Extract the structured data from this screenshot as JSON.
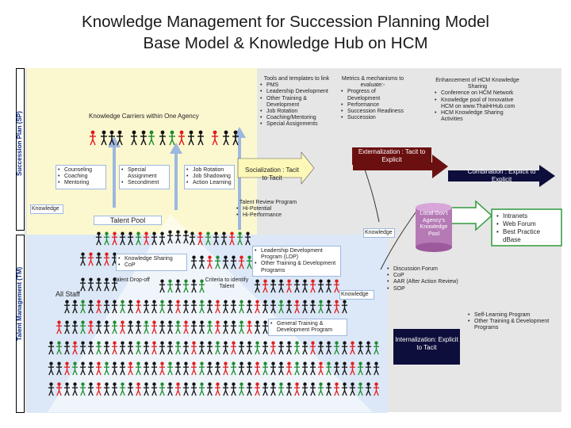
{
  "title": {
    "line1": "Knowledge Management for Succession Planning Model",
    "line2": "Base Model & Knowledge Hub on HCM"
  },
  "side_labels": {
    "sp": "Succession Plan (SP)",
    "tm": "Talent Management (TM)"
  },
  "carriers_label": "Knowledge Carriers within One Agency",
  "tools_box": {
    "heading": "Tools and templates to link",
    "items": [
      "PMS",
      "Leadership Development",
      "Other Training & Development",
      "Job Rotation",
      "Coaching/Mentoring",
      "Special Assignments"
    ]
  },
  "metrics_box": {
    "heading": "Metrics & mechanisms to evaluate:-",
    "items": [
      "Progress of Development",
      "Performance",
      "Succession Readiness",
      "Succession"
    ]
  },
  "enhancement_box": {
    "heading": "Enhancement of HCM Knowledge Sharing",
    "items": [
      "Conference on HCM Network",
      "Knowledge pool of Innovative HCM on www.ThaiHrHub.com",
      "HCM Knowledge Sharing Activities"
    ]
  },
  "socialization": "Socialization : Tacit to Tacit",
  "externalization": "Externalization : Tacit to Explicit",
  "combination": "Combination : Explicit to Explicit",
  "internalization": "Internalization: Explicit to Tacit",
  "left_list": [
    "Counseling",
    "Coaching",
    "Mentoring"
  ],
  "special_list": [
    "Special Assignment",
    "Secondment"
  ],
  "job_list": [
    "Job Rotation",
    "Job Shadowing",
    "Action Learning"
  ],
  "knowledge_left": "Knowledge",
  "talent_pool": "Talent Pool",
  "talent_review": {
    "heading": "Talent Review Program",
    "items": [
      "Hi-Potential",
      "Hi-Performance"
    ]
  },
  "knowledge_sharing": [
    "Knowledge Sharing",
    "CoP"
  ],
  "talent_dropoff": "Talent Drop-off",
  "criteria": "Criteria to identify Talent",
  "all_staff": "All Staff",
  "leadership_list": [
    "Leadership Development Program (LDP)",
    "Other Training & Development Programs"
  ],
  "general_training": "General Training & Development Program",
  "knowledge_mid1": "Knowledge",
  "knowledge_mid2": "Knowledge",
  "local_pool": "Local Gov't Agency's Knowledge Pool",
  "discussion_list": [
    "Discussion Forum",
    "CoP",
    "AAR (After Action Review)",
    "SOP"
  ],
  "intranet_list": [
    "Intranets",
    "Web Forum",
    "Best Practice dBase"
  ],
  "self_learning": [
    "Self-Learning Program",
    "Other Training & Development Programs"
  ],
  "colors": {
    "person_red": "#e31b1b",
    "person_black": "#111111",
    "person_green": "#1d8a2b",
    "yellow_bg": "#fbf8d0",
    "blue_bg": "#dce8f7",
    "grey_bg": "#e6e6e6",
    "green_arrow": "#2f9a3a"
  }
}
